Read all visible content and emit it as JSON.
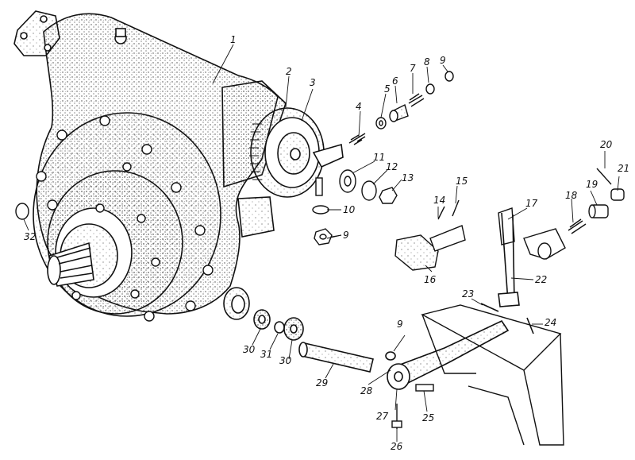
{
  "colors": {
    "ink": "#111111",
    "paper": "#ffffff",
    "stipple": "#444444"
  },
  "callouts": [
    {
      "id": "1",
      "text": "1"
    },
    {
      "id": "2",
      "text": "2"
    },
    {
      "id": "3",
      "text": "3"
    },
    {
      "id": "4",
      "text": "4"
    },
    {
      "id": "5",
      "text": "5"
    },
    {
      "id": "6",
      "text": "6"
    },
    {
      "id": "7",
      "text": "7"
    },
    {
      "id": "8",
      "text": "8"
    },
    {
      "id": "9a",
      "text": "9"
    },
    {
      "id": "9b",
      "text": "9"
    },
    {
      "id": "9c",
      "text": "9"
    },
    {
      "id": "10",
      "text": "10"
    },
    {
      "id": "11",
      "text": "11"
    },
    {
      "id": "12",
      "text": "12"
    },
    {
      "id": "13",
      "text": "13"
    },
    {
      "id": "14",
      "text": "14"
    },
    {
      "id": "15",
      "text": "15"
    },
    {
      "id": "16",
      "text": "16"
    },
    {
      "id": "17",
      "text": "17"
    },
    {
      "id": "18",
      "text": "18"
    },
    {
      "id": "19",
      "text": "19"
    },
    {
      "id": "20",
      "text": "20"
    },
    {
      "id": "21",
      "text": "21"
    },
    {
      "id": "22",
      "text": "22"
    },
    {
      "id": "23",
      "text": "23"
    },
    {
      "id": "24",
      "text": "24"
    },
    {
      "id": "25",
      "text": "25"
    },
    {
      "id": "26",
      "text": "26"
    },
    {
      "id": "27",
      "text": "27"
    },
    {
      "id": "28",
      "text": "28"
    },
    {
      "id": "29",
      "text": "29"
    },
    {
      "id": "30a",
      "text": "30"
    },
    {
      "id": "30b",
      "text": "30"
    },
    {
      "id": "31",
      "text": "31"
    },
    {
      "id": "32",
      "text": "32"
    }
  ]
}
